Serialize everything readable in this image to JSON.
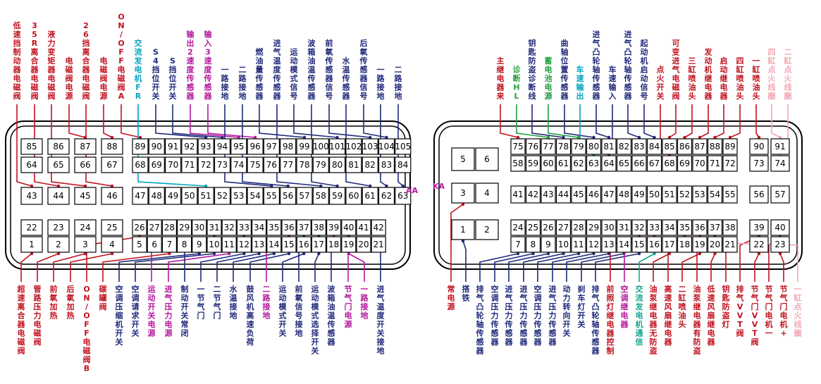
{
  "colors": {
    "red": "#c1121f",
    "orange": "#e8641c",
    "pink": "#e0708b",
    "lightpink": "#f0a8b4",
    "purple": "#b5179e",
    "green": "#20a040",
    "cyan": "#00a5c0",
    "navy": "#1f2a7a",
    "black": "#111111",
    "teal": "#15a58a"
  },
  "left": {
    "top_labels": [
      {
        "text": "低速挡制动器电磁阀",
        "pin": "43",
        "color": "red"
      },
      {
        "text": "35R离合器电磁阀",
        "pin": "44",
        "color": "red"
      },
      {
        "text": "液力变矩器电磁阀",
        "pin": "45",
        "color": "red"
      },
      {
        "text": "电磁阀电源",
        "pin": "87",
        "color": "red"
      },
      {
        "text": "26挡离合器电磁阀",
        "pin": "46",
        "color": "red"
      },
      {
        "text": "电磁阀电源",
        "pin": "88",
        "color": "red"
      },
      {
        "text": "ON/OFF电磁阀A",
        "pin": "89",
        "color": "red"
      },
      {
        "text": "交流发电机FR",
        "pin": "51",
        "color": "cyan"
      },
      {
        "text": "S4挡位开关",
        "pin": "93",
        "color": "navy"
      },
      {
        "text": "S挡位开关",
        "pin": "94",
        "color": "navy"
      },
      {
        "text": "输出2速度传感器",
        "pin": "95",
        "color": "purple"
      },
      {
        "text": "输入3速度传感器",
        "pin": "96",
        "color": "purple"
      },
      {
        "text": "一路接地",
        "pin": "55",
        "color": "navy"
      },
      {
        "text": "二路接地",
        "pin": "56",
        "color": "navy"
      },
      {
        "text": "燃油量传感器",
        "pin": "99",
        "color": "navy"
      },
      {
        "text": "进气温度传感器",
        "pin": "58",
        "color": "navy"
      },
      {
        "text": "运动模式信号",
        "pin": "101",
        "color": "navy"
      },
      {
        "text": "波箱油温传感器",
        "pin": "59",
        "color": "navy"
      },
      {
        "text": "前氧传感器信号",
        "pin": "103",
        "color": "navy"
      },
      {
        "text": "水温传感器",
        "pin": "61",
        "color": "navy"
      },
      {
        "text": "后氧传感器信号",
        "pin": "104",
        "color": "navy"
      },
      {
        "text": "一路接地",
        "pin": "62",
        "color": "navy"
      },
      {
        "text": "二路接地",
        "pin": "63",
        "color": "navy"
      }
    ],
    "bottom_labels": [
      {
        "text": "超速离合器电磁阀",
        "pin": "1",
        "color": "red"
      },
      {
        "text": "管路压力电磁阀",
        "pin": "2",
        "color": "red"
      },
      {
        "text": "前氧加热",
        "pin": "3",
        "color": "red"
      },
      {
        "text": "后氧加热",
        "pin": "4",
        "color": "red"
      },
      {
        "text": "ON/OFF电磁阀B",
        "pin": "26",
        "color": "red"
      },
      {
        "text": "碳罐阀",
        "pin": "7",
        "color": "red"
      },
      {
        "text": "空调压缩机开关",
        "pin": "9",
        "color": "navy"
      },
      {
        "text": "空调请求开关",
        "pin": "10",
        "color": "navy"
      },
      {
        "text": "运动开关电源",
        "pin": "31",
        "color": "purple"
      },
      {
        "text": "进气压力电源",
        "pin": "11",
        "color": "purple"
      },
      {
        "text": "制动开关常闭",
        "pin": "33",
        "color": "navy"
      },
      {
        "text": "一节气门",
        "pin": "12",
        "color": "navy"
      },
      {
        "text": "二节气门",
        "pin": "13",
        "color": "navy"
      },
      {
        "text": "水温接地",
        "pin": "14",
        "color": "navy"
      },
      {
        "text": "鼓风机高速负荷",
        "pin": "15",
        "color": "navy"
      },
      {
        "text": "二路接地",
        "pin": "36",
        "color": "purple"
      },
      {
        "text": "运动模式开关",
        "pin": "16",
        "color": "navy"
      },
      {
        "text": "前氧信号接地",
        "pin": "37",
        "color": "navy"
      },
      {
        "text": "运动模式选择开关",
        "pin": "17",
        "color": "navy"
      },
      {
        "text": "波箱油温传感器",
        "pin": "38",
        "color": "navy"
      },
      {
        "text": "节气门电源",
        "pin": "39",
        "color": "purple"
      },
      {
        "text": "一路接地",
        "pin": "19",
        "color": "purple"
      },
      {
        "text": "进气温度开关接地",
        "pin": "40",
        "color": "navy"
      }
    ],
    "side_mark": "AA"
  },
  "right": {
    "top_labels": [
      {
        "text": "主继电器来",
        "pin": "75",
        "color": "red"
      },
      {
        "text": "诊断HL",
        "pin": "77",
        "color": "green"
      },
      {
        "text": "钥匙防盗诊断线",
        "pin": "78",
        "color": "navy"
      },
      {
        "text": "蓄电池电源",
        "pin": "79",
        "color": "green"
      },
      {
        "text": "曲轴位置传感器",
        "pin": "80",
        "color": "navy"
      },
      {
        "text": "车速输出",
        "pin": "63",
        "color": "cyan"
      },
      {
        "text": "进气凸轮轴传感器",
        "pin": "81",
        "color": "navy"
      },
      {
        "text": "车速输入",
        "pin": "64",
        "color": "navy"
      },
      {
        "text": "进气凸轮轴传感器",
        "pin": "83",
        "color": "navy"
      },
      {
        "text": "起动机启动信号",
        "pin": "84",
        "color": "navy"
      },
      {
        "text": "点火开关",
        "pin": "68",
        "color": "red"
      },
      {
        "text": "可变进气电磁阀",
        "pin": "85",
        "color": "red"
      },
      {
        "text": "三缸喷油头",
        "pin": "86",
        "color": "red"
      },
      {
        "text": "发动机继电器",
        "pin": "87",
        "color": "red"
      },
      {
        "text": "启动继电器",
        "pin": "88",
        "color": "red"
      },
      {
        "text": "四缸喷油头",
        "pin": "89",
        "color": "red"
      },
      {
        "text": "一缸喷油头",
        "pin": "90",
        "color": "red"
      },
      {
        "text": "四缸点火线圈",
        "pin": "91",
        "color": "lightpink"
      },
      {
        "text": "二缸点火线圈",
        "pin": "74",
        "color": "lightpink"
      }
    ],
    "bottom_labels": [
      {
        "text": "常电源",
        "pin": "3",
        "color": "red"
      },
      {
        "text": "搭铁",
        "pin": "1",
        "color": "navy"
      },
      {
        "text": "排气凸轮轴传感器",
        "pin": "7",
        "color": "navy"
      },
      {
        "text": "空调压力传感器",
        "pin": "8",
        "color": "navy"
      },
      {
        "text": "进气压力传感器",
        "pin": "9",
        "color": "navy"
      },
      {
        "text": "进气压力传感器",
        "pin": "10",
        "color": "navy"
      },
      {
        "text": "空调压力传感器",
        "pin": "11",
        "color": "navy"
      },
      {
        "text": "进气压力传感器",
        "pin": "12",
        "color": "navy"
      },
      {
        "text": "动力转向开关",
        "pin": "13",
        "color": "navy"
      },
      {
        "text": "刹车灯开关",
        "pin": "14",
        "color": "navy"
      },
      {
        "text": "排气凸轮轴传感器",
        "pin": "15",
        "color": "navy"
      },
      {
        "text": "前照灯继电器控制",
        "pin": "32",
        "color": "red"
      },
      {
        "text": "空调继电器",
        "pin": "33",
        "color": "purple"
      },
      {
        "text": "交流发电机通信",
        "pin": "16",
        "color": "teal"
      },
      {
        "text": "油泵继电器无防盗",
        "pin": "17",
        "color": "red"
      },
      {
        "text": "高速风扇继电器",
        "pin": "35",
        "color": "red"
      },
      {
        "text": "二缸喷油头",
        "pin": "19",
        "color": "red"
      },
      {
        "text": "油泵继电器有防盗",
        "pin": "36",
        "color": "red"
      },
      {
        "text": "低速风扇继电器",
        "pin": "20",
        "color": "red"
      },
      {
        "text": "钥匙防盗灯",
        "pin": "37",
        "color": "red"
      },
      {
        "text": "排气VVT阀",
        "pin": "39",
        "color": "red"
      },
      {
        "text": "节气门VVT阀",
        "pin": "22",
        "color": "red"
      },
      {
        "text": "节气门电机一",
        "pin": "40",
        "color": "red"
      },
      {
        "text": "节气门电机+",
        "pin": "23",
        "color": "red"
      },
      {
        "text": "一缸点火线圈",
        "pin": "24",
        "color": "lightpink"
      }
    ],
    "side_mark": "KA"
  }
}
